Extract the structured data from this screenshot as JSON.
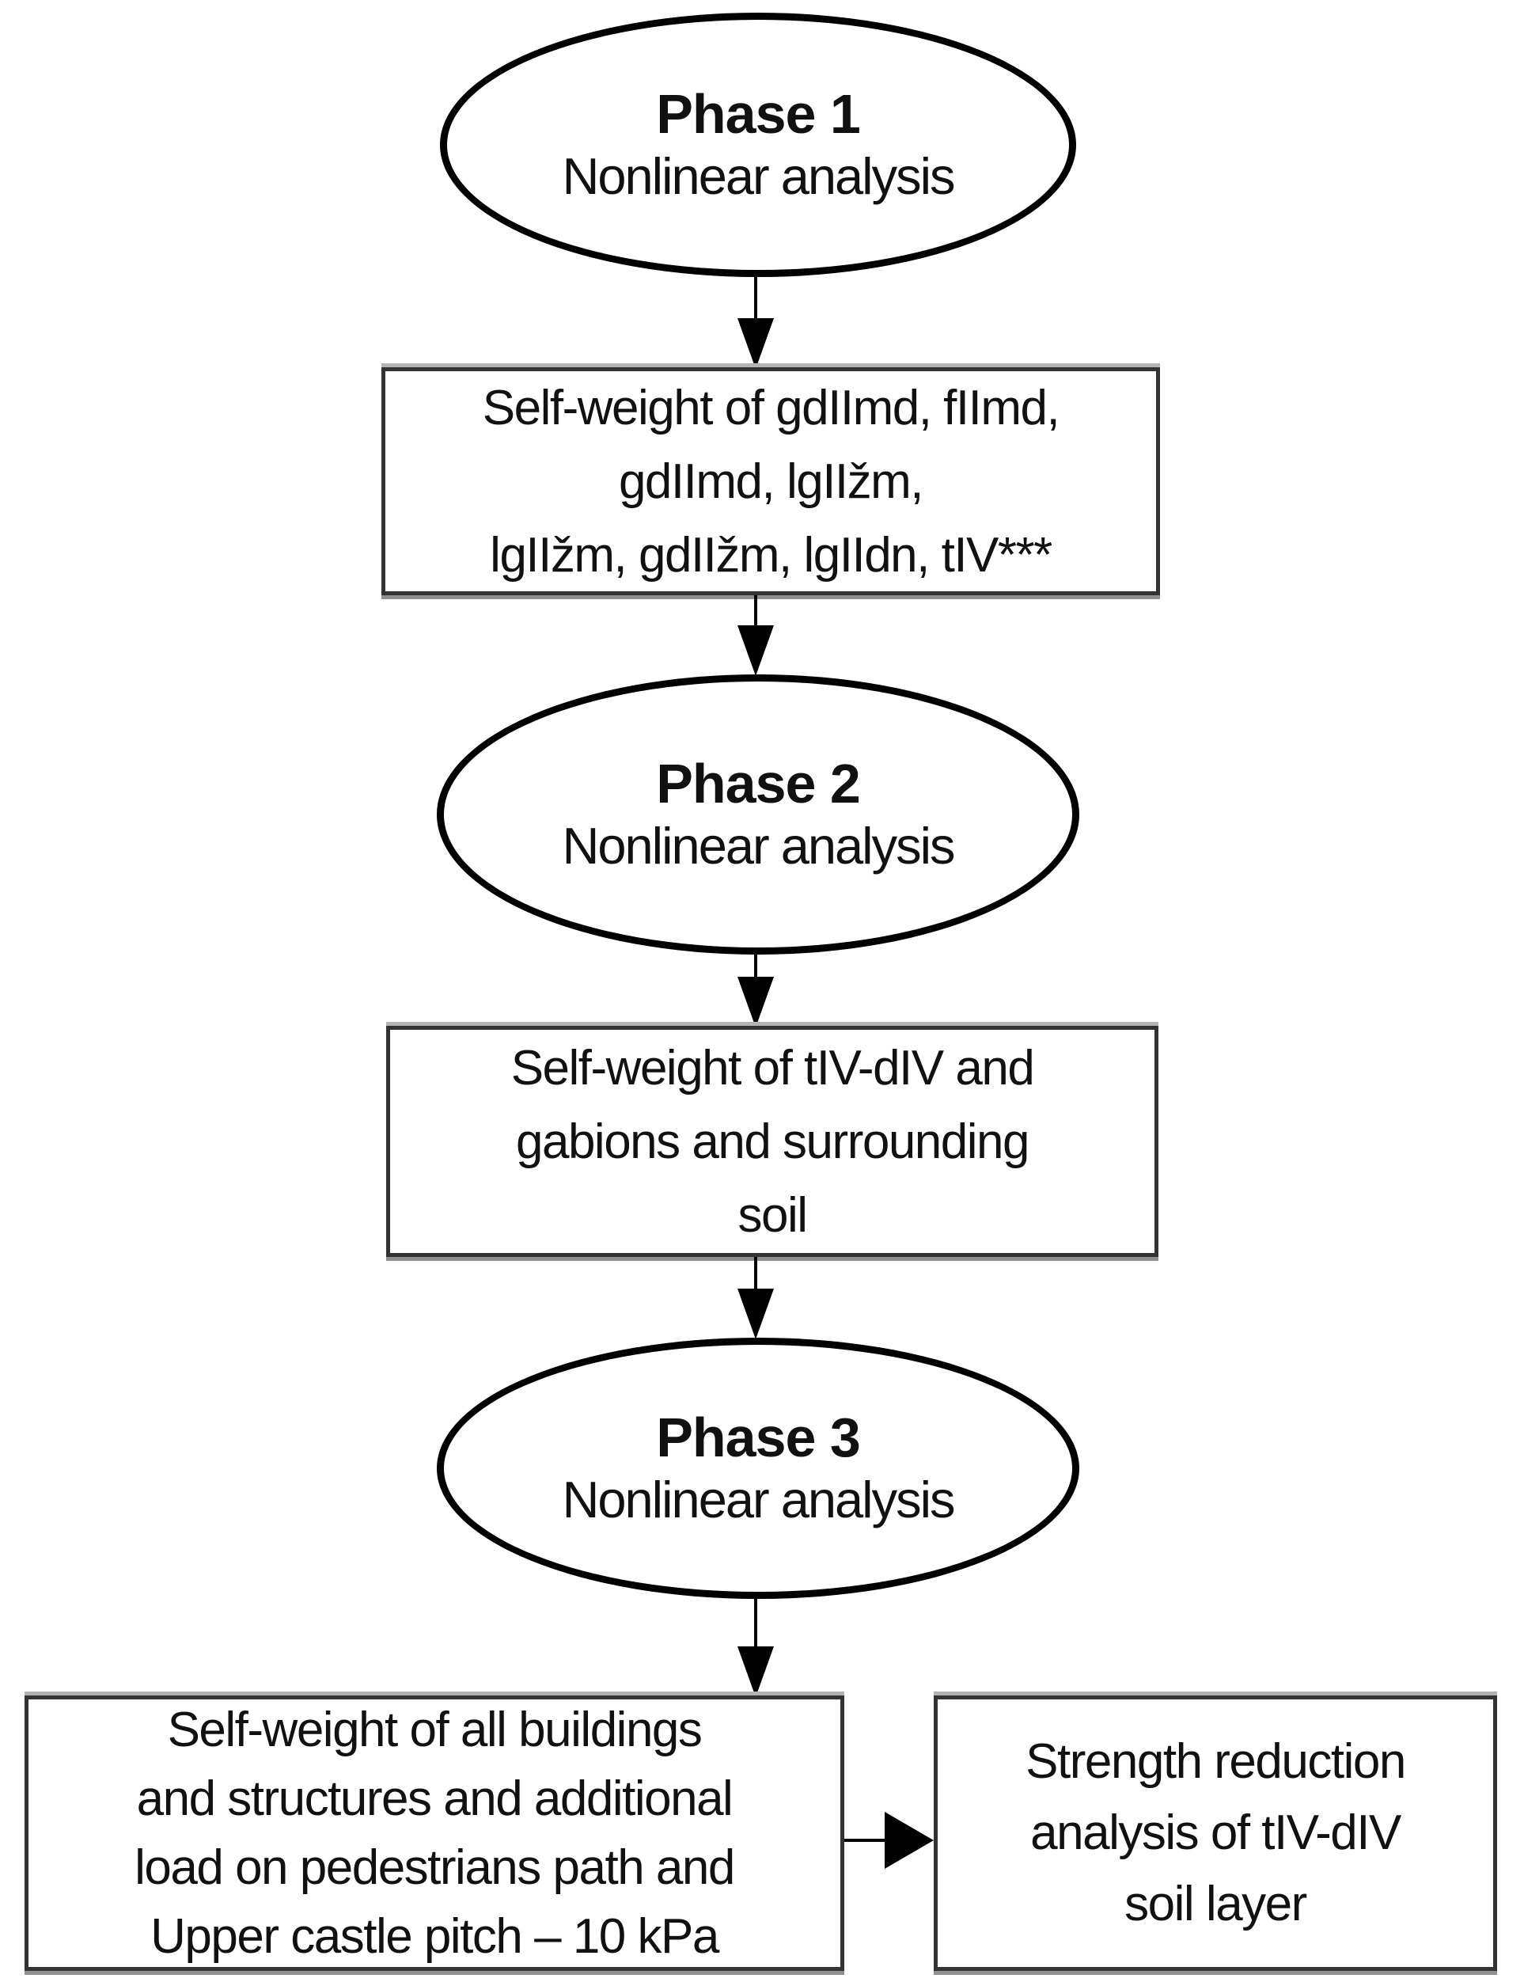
{
  "flowchart": {
    "phases": [
      {
        "title": "Phase 1",
        "subtitle": "Nonlinear analysis"
      },
      {
        "title": "Phase 2",
        "subtitle": "Nonlinear analysis"
      },
      {
        "title": "Phase 3",
        "subtitle": "Nonlinear analysis"
      }
    ],
    "boxes": [
      {
        "lines": [
          "Self-weight of gdIImd, fIImd,",
          "gdIImd, lgIIžm,",
          "lgIIžm, gdIIžm, lgIIdn, tIV***"
        ]
      },
      {
        "lines": [
          "Self-weight of tIV-dIV and",
          "gabions and surrounding",
          "soil"
        ]
      },
      {
        "lines": [
          "Self-weight of all buildings",
          "and structures and additional",
          "load on pedestrians path and",
          "Upper castle pitch – 10 kPa"
        ]
      },
      {
        "lines": [
          "Strength reduction",
          "analysis of tIV-dIV",
          "soil layer"
        ]
      }
    ],
    "colors": {
      "stroke": "#000000",
      "box_border": "#333333",
      "shadow_gray": "#9a9a9a",
      "background": "#ffffff",
      "text": "#111111"
    }
  }
}
